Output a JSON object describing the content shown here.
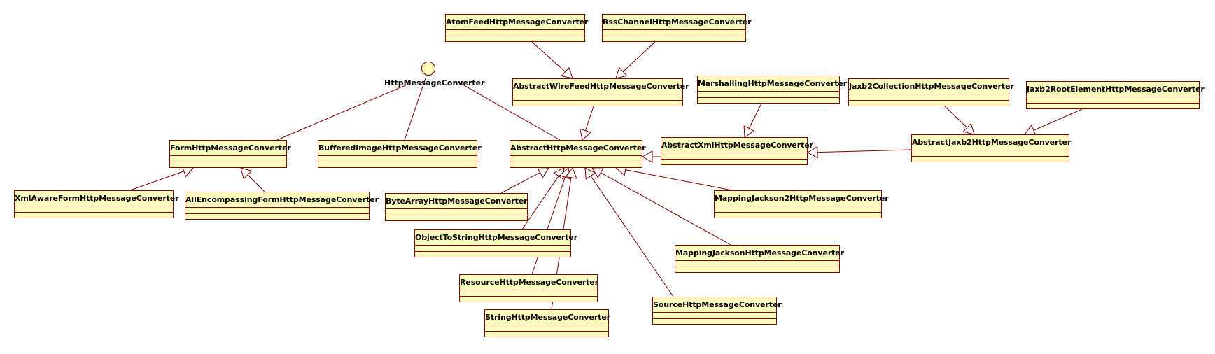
{
  "diagram": {
    "interface": {
      "id": "iface",
      "name": "HttpMessageConverter"
    },
    "classes": [
      {
        "id": "atom",
        "name": "AtomFeedHttpMessageConverter"
      },
      {
        "id": "rss",
        "name": "RssChannelHttpMessageConverter"
      },
      {
        "id": "wirefeed",
        "name": "AbstractWireFeedHttpMessageConverter"
      },
      {
        "id": "marshalling",
        "name": "MarshallingHttpMessageConverter"
      },
      {
        "id": "jaxb2coll",
        "name": "Jaxb2CollectionHttpMessageConverter"
      },
      {
        "id": "jaxb2root",
        "name": "Jaxb2RootElementHttpMessageConverter"
      },
      {
        "id": "form",
        "name": "FormHttpMessageConverter"
      },
      {
        "id": "buffered",
        "name": "BufferedImageHttpMessageConverter"
      },
      {
        "id": "abstract",
        "name": "AbstractHttpMessageConverter"
      },
      {
        "id": "xml",
        "name": "AbstractXmlHttpMessageConverter"
      },
      {
        "id": "jaxb2",
        "name": "AbstractJaxb2HttpMessageConverter"
      },
      {
        "id": "xmlaware",
        "name": "XmlAwareFormHttpMessageConverter"
      },
      {
        "id": "allenc",
        "name": "AllEncompassingFormHttpMessageConverter"
      },
      {
        "id": "bytearray",
        "name": "ByteArrayHttpMessageConverter"
      },
      {
        "id": "jackson2",
        "name": "MappingJackson2HttpMessageConverter"
      },
      {
        "id": "objtostr",
        "name": "ObjectToStringHttpMessageConverter"
      },
      {
        "id": "jackson",
        "name": "MappingJacksonHttpMessageConverter"
      },
      {
        "id": "resource",
        "name": "ResourceHttpMessageConverter"
      },
      {
        "id": "source",
        "name": "SourceHttpMessageConverter"
      },
      {
        "id": "string",
        "name": "StringHttpMessageConverter"
      }
    ],
    "relations": [
      {
        "from": "form",
        "to": "iface",
        "kind": "realization"
      },
      {
        "from": "buffered",
        "to": "iface",
        "kind": "realization"
      },
      {
        "from": "abstract",
        "to": "iface",
        "kind": "realization"
      },
      {
        "from": "atom",
        "to": "wirefeed",
        "kind": "generalization"
      },
      {
        "from": "rss",
        "to": "wirefeed",
        "kind": "generalization"
      },
      {
        "from": "wirefeed",
        "to": "abstract",
        "kind": "generalization"
      },
      {
        "from": "marshalling",
        "to": "xml",
        "kind": "generalization"
      },
      {
        "from": "xml",
        "to": "abstract",
        "kind": "generalization"
      },
      {
        "from": "jaxb2",
        "to": "xml",
        "kind": "generalization"
      },
      {
        "from": "jaxb2coll",
        "to": "jaxb2",
        "kind": "generalization"
      },
      {
        "from": "jaxb2root",
        "to": "jaxb2",
        "kind": "generalization"
      },
      {
        "from": "xmlaware",
        "to": "form",
        "kind": "generalization"
      },
      {
        "from": "allenc",
        "to": "form",
        "kind": "generalization"
      },
      {
        "from": "bytearray",
        "to": "abstract",
        "kind": "generalization"
      },
      {
        "from": "objtostr",
        "to": "abstract",
        "kind": "generalization"
      },
      {
        "from": "resource",
        "to": "abstract",
        "kind": "generalization"
      },
      {
        "from": "string",
        "to": "abstract",
        "kind": "generalization"
      },
      {
        "from": "source",
        "to": "abstract",
        "kind": "generalization"
      },
      {
        "from": "jackson",
        "to": "abstract",
        "kind": "generalization"
      },
      {
        "from": "jackson2",
        "to": "abstract",
        "kind": "generalization"
      }
    ]
  },
  "colors": {
    "class_fill": "#ffffc0",
    "border": "#800000",
    "edge": "#800000",
    "text": "#000000"
  }
}
